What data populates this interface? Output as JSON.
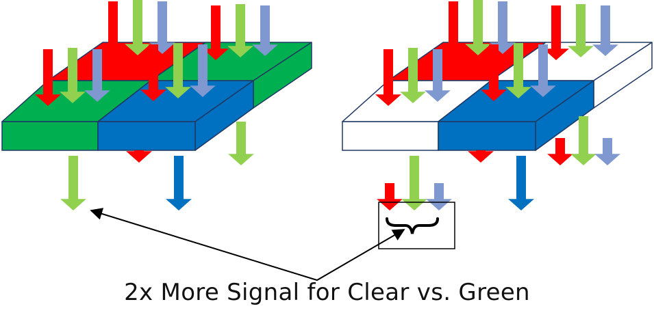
{
  "caption": "2x More Signal for Clear vs. Green",
  "colors": {
    "red_filter": "#ff0000",
    "green_filter": "#00b050",
    "blue_filter": "#0070c0",
    "clear_filter": "#ffffff",
    "red_light": "#ff0000",
    "green_light": "#92d050",
    "blue_light": "#7f98d0",
    "blue_output": "#0070c0",
    "outline": "#1f3864"
  },
  "panels": [
    {
      "name": "rgb-filter-array",
      "top_left_filter": "green",
      "top_right_filter": "green",
      "bottom_left_filter": "green",
      "bottom_right_filter": "blue",
      "back_filter": "red"
    },
    {
      "name": "clear-filter-array",
      "top_left_filter": "clear",
      "top_right_filter": "clear",
      "bottom_left_filter": "clear",
      "bottom_right_filter": "blue",
      "back_filter": "red"
    }
  ]
}
